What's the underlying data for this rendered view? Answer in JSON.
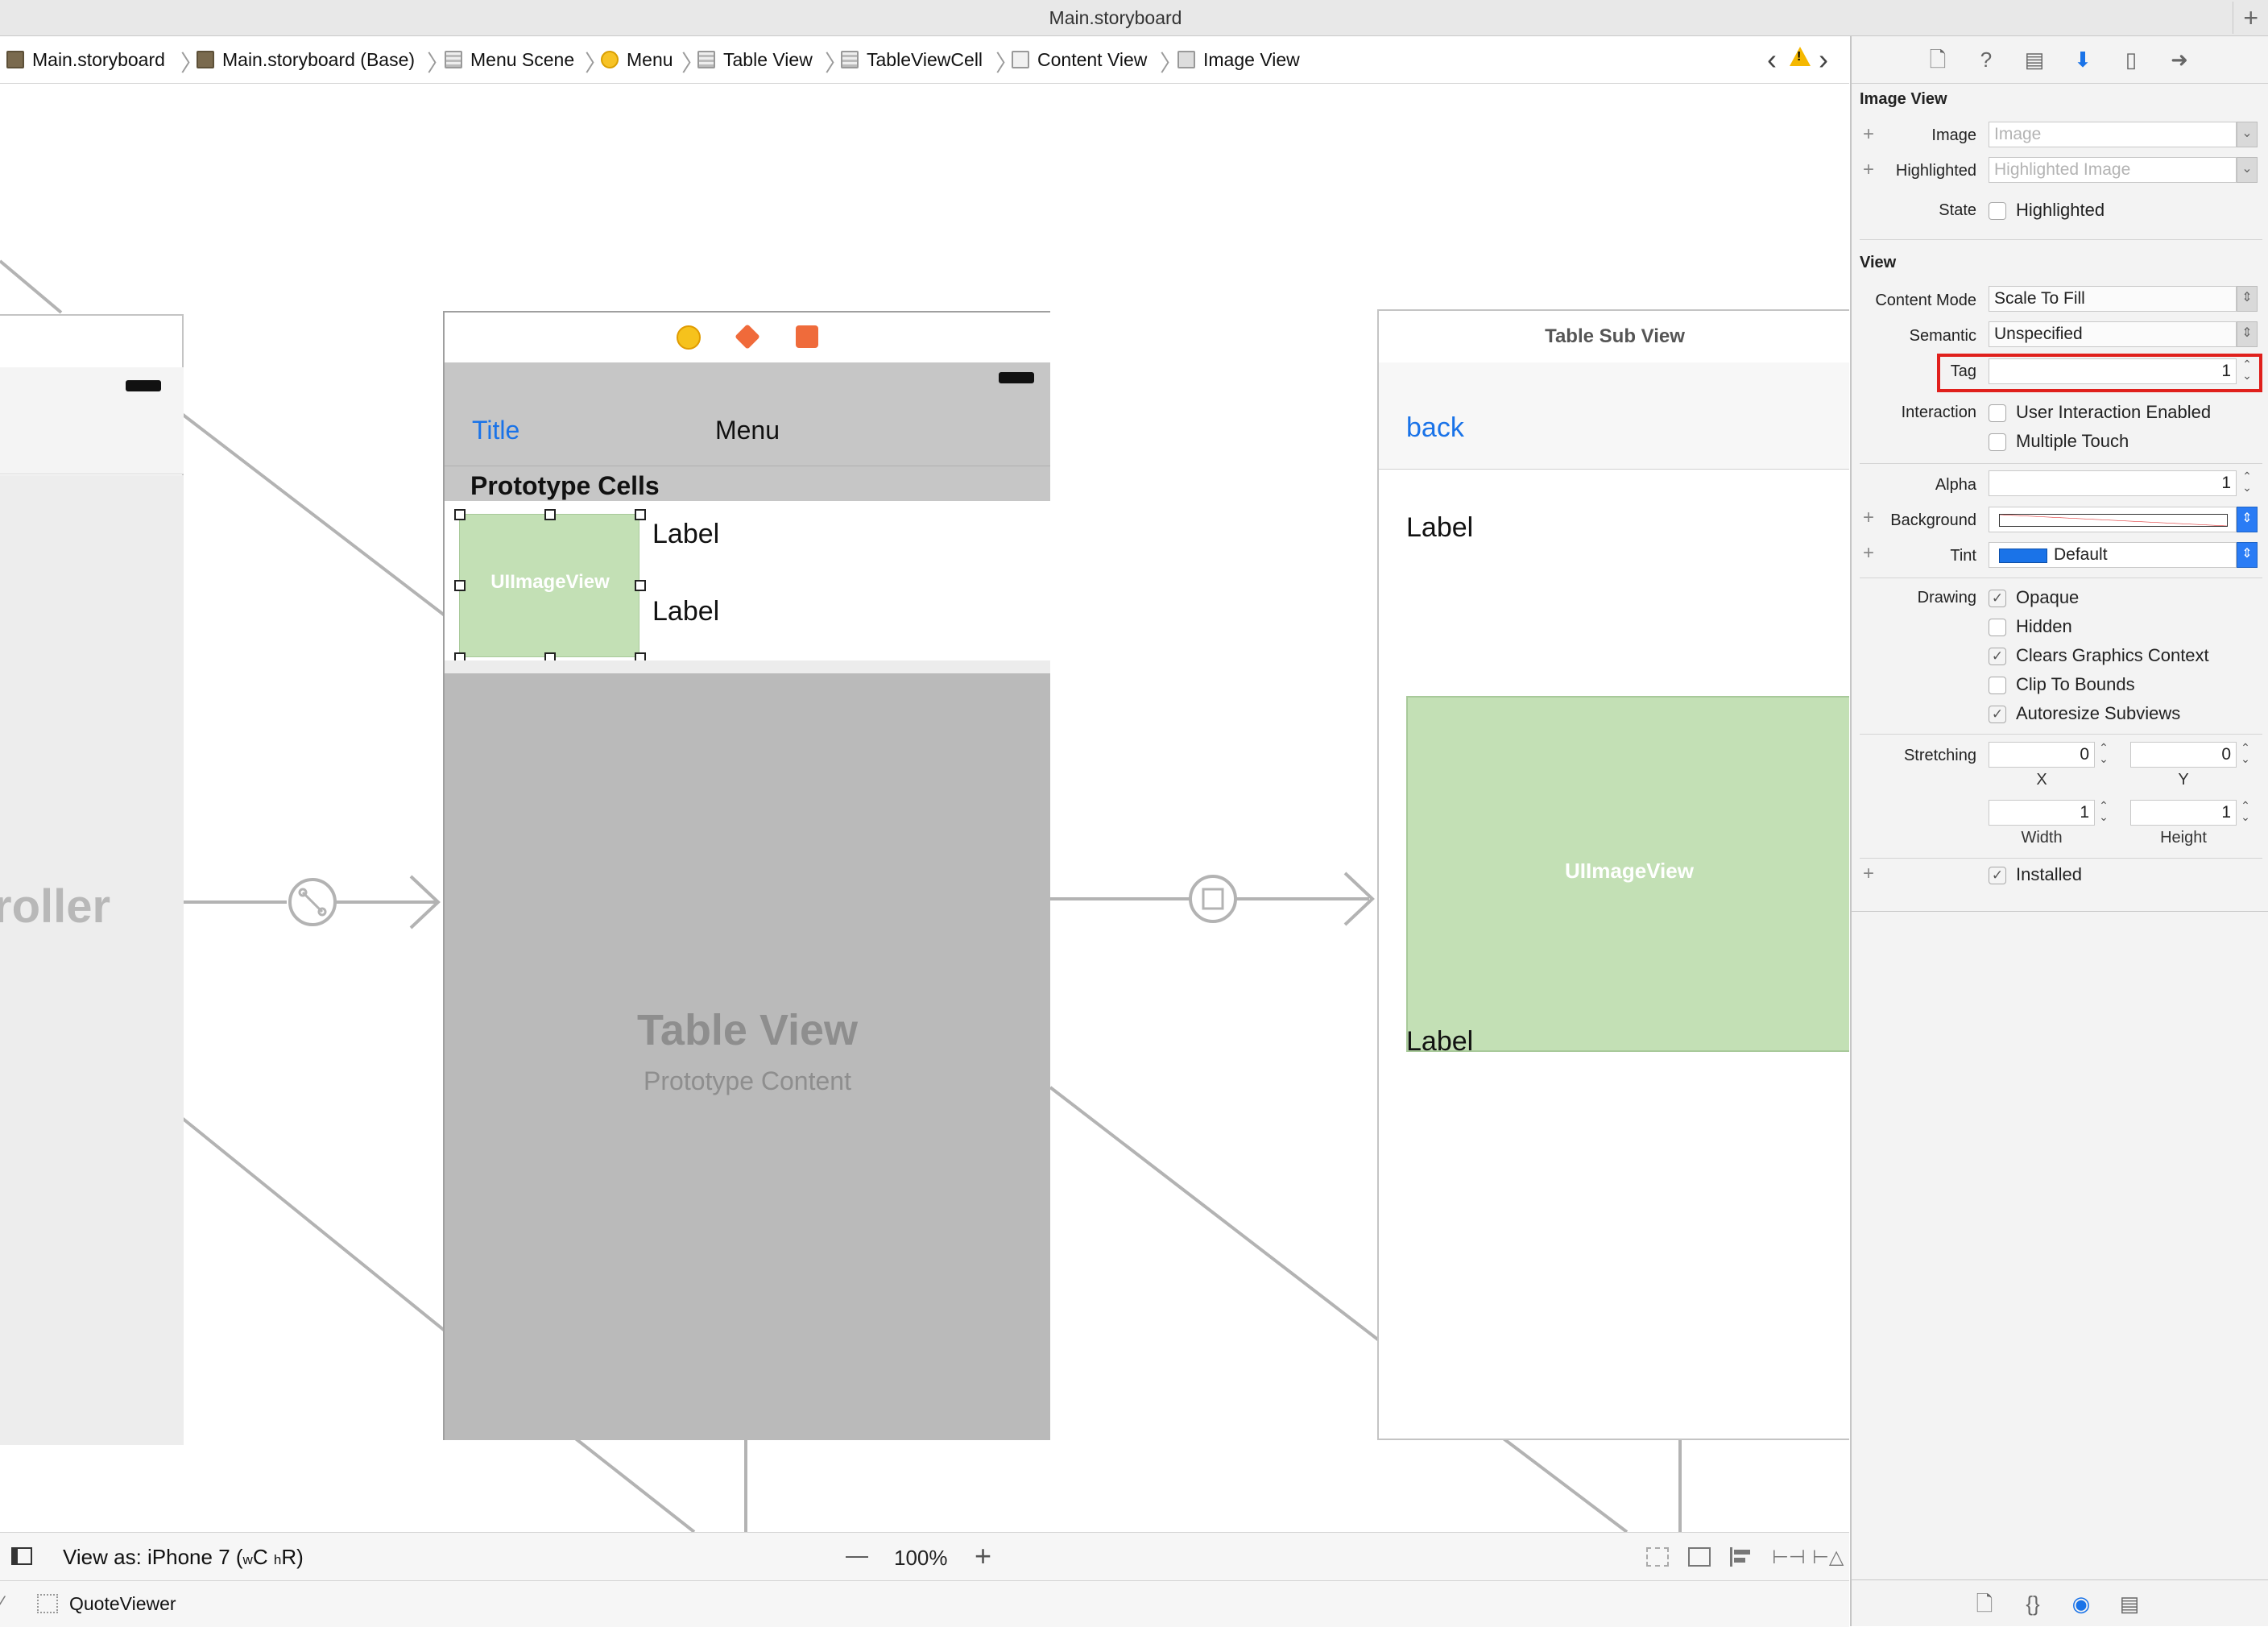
{
  "window": {
    "title": "Main.storyboard"
  },
  "jumpbar": {
    "crumbs": [
      "Main.storyboard",
      "Main.storyboard (Base)",
      "Menu Scene",
      "Menu",
      "Table View",
      "TableViewCell",
      "Content View",
      "Image View"
    ]
  },
  "canvas": {
    "left_scene": {
      "partial_title": "roller"
    },
    "menu_scene": {
      "nav_title": "Menu",
      "nav_left": "Title",
      "section_header": "Prototype Cells",
      "cell_image_label": "UIImageView",
      "cell_label_1": "Label",
      "cell_label_2": "Label",
      "table_placeholder_title": "Table View",
      "table_placeholder_sub": "Prototype Content"
    },
    "sub_scene": {
      "title": "Table Sub View",
      "back": "back",
      "label_1": "Label",
      "image_label": "UIImageView",
      "label_2": "Label"
    }
  },
  "canvas_bar": {
    "view_as_prefix": "View as: iPhone 7 (",
    "w_mark": "w",
    "w_value": "C",
    "h_mark": "h",
    "h_value": "R",
    "view_as_suffix": ")",
    "zoom": "100%",
    "zoom_minus": "—",
    "zoom_plus": "+"
  },
  "status_bar": {
    "project": "QuoteViewer"
  },
  "inspector": {
    "image_view": {
      "header": "Image View",
      "image_label": "Image",
      "image_placeholder": "Image",
      "highlighted_label": "Highlighted",
      "highlighted_placeholder": "Highlighted Image",
      "state_label": "State",
      "state_checkbox": "Highlighted"
    },
    "view": {
      "header": "View",
      "content_mode_label": "Content Mode",
      "content_mode": "Scale To Fill",
      "semantic_label": "Semantic",
      "semantic": "Unspecified",
      "tag_label": "Tag",
      "tag": "1",
      "interaction_label": "Interaction",
      "interaction_options": [
        "User Interaction Enabled",
        "Multiple Touch"
      ],
      "alpha_label": "Alpha",
      "alpha": "1",
      "background_label": "Background",
      "tint_label": "Tint",
      "tint": "Default",
      "drawing_label": "Drawing",
      "drawing_options": [
        "Opaque",
        "Hidden",
        "Clears Graphics Context",
        "Clip To Bounds",
        "Autoresize Subviews"
      ],
      "stretching_label": "Stretching",
      "stretch_x": "0",
      "stretch_y": "0",
      "stretch_w": "1",
      "stretch_h": "1",
      "x_label": "X",
      "y_label": "Y",
      "width_label": "Width",
      "height_label": "Height",
      "installed_label": "Installed"
    }
  },
  "colors": {
    "highlight_box": "#e0201c",
    "accent_blue": "#1a73e8",
    "image_view_green": "#c3e0b5"
  }
}
